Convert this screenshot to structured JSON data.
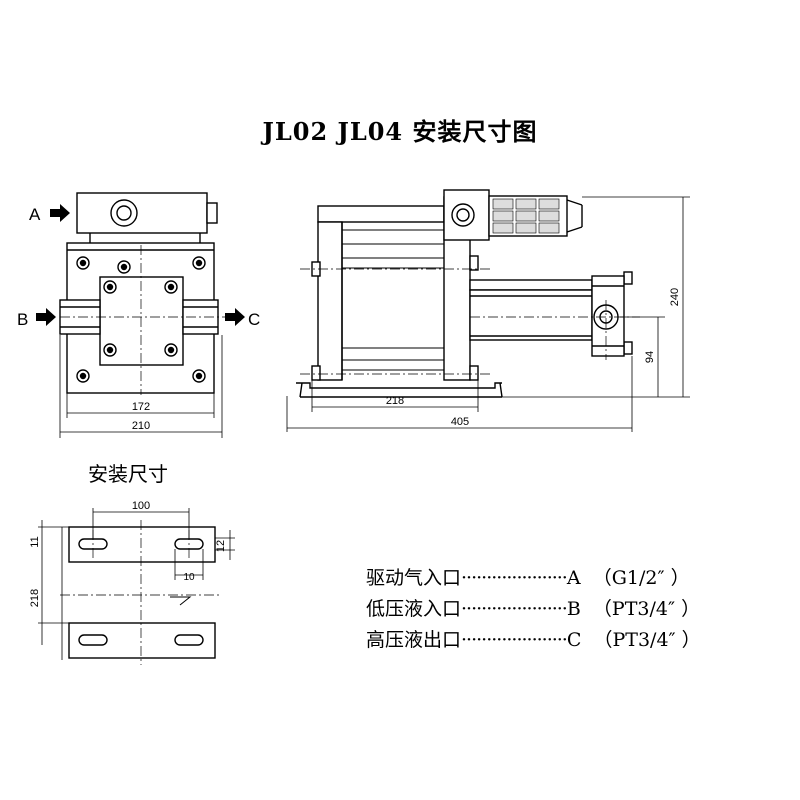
{
  "title": "JL02  JL04  安装尺寸图",
  "install_section": {
    "title": "安装尺寸"
  },
  "port_labels": {
    "a": "A",
    "b": "B",
    "c": "C"
  },
  "dimensions": {
    "front_inner_width": "172",
    "front_outer_width": "210",
    "side_bolt_span": "218",
    "side_total_length": "405",
    "side_height": "240",
    "side_port_height": "94",
    "mount_hole_spacing": "100",
    "mount_plate_thickness": "11",
    "mount_slot_width": "12",
    "mount_slot_length": "10",
    "mount_span": "218"
  },
  "legend": [
    {
      "name": "驱动气入口",
      "dots": "·····················",
      "port": "A",
      "spec": "（G1/2″ ）"
    },
    {
      "name": "低压液入口",
      "dots": "·····················",
      "port": "B",
      "spec": "（PT3/4″ ）"
    },
    {
      "name": "高压液出口",
      "dots": "·····················",
      "port": "C",
      "spec": "（PT3/4″ ）"
    }
  ]
}
